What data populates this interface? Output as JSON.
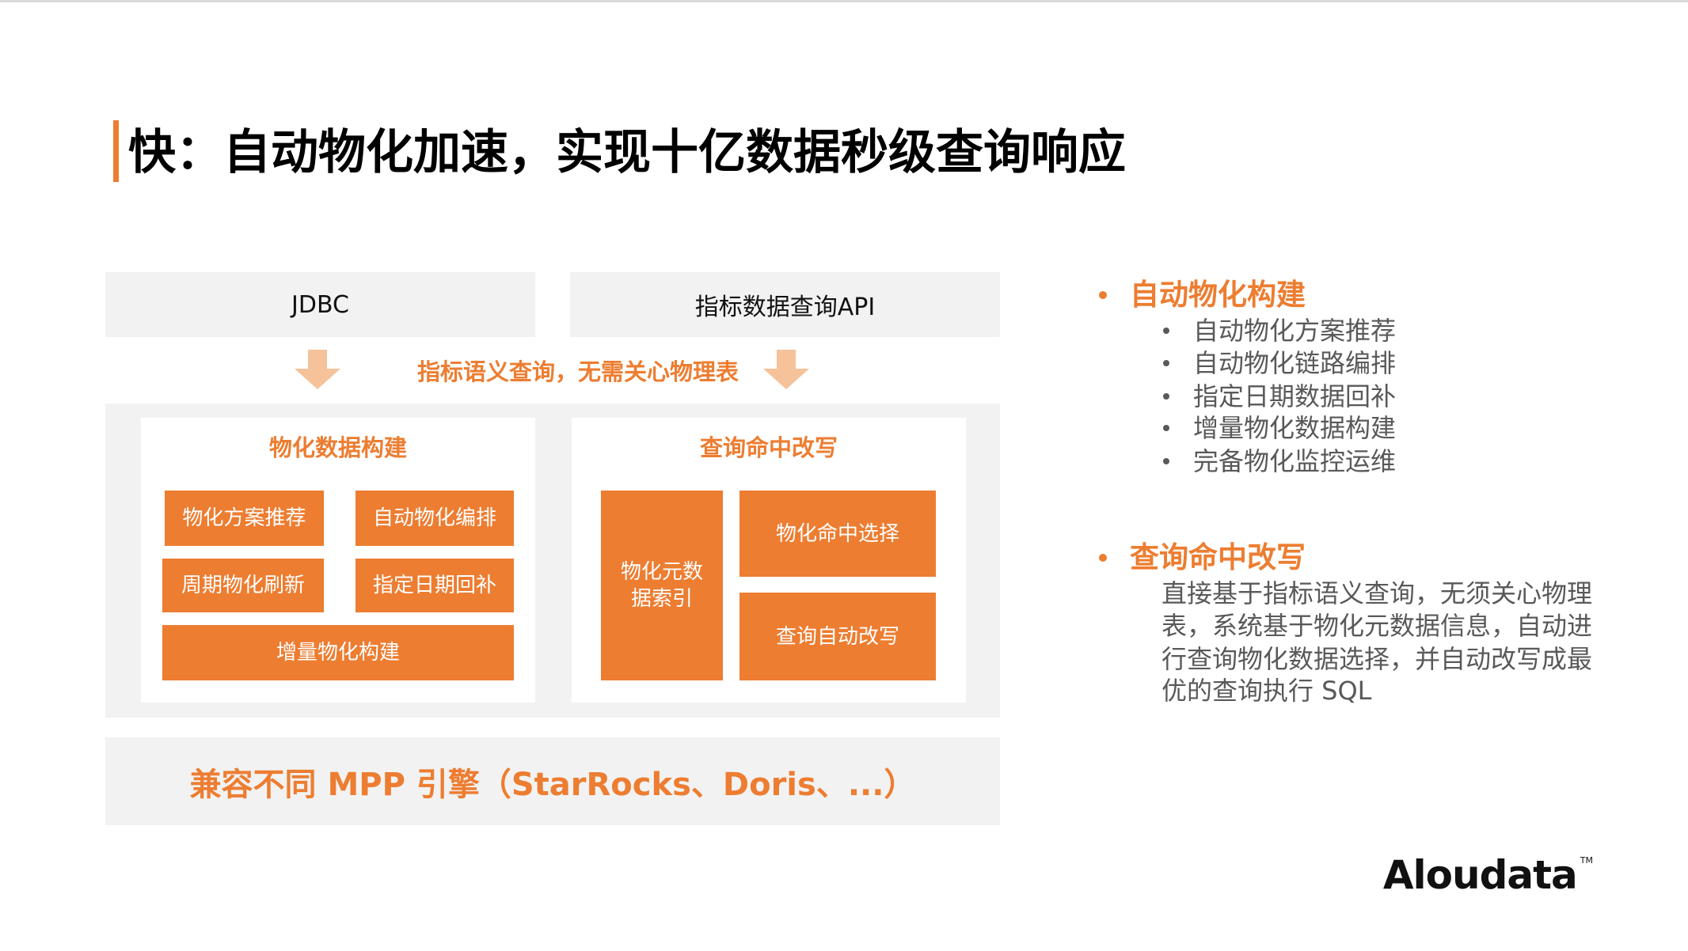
{
  "title": "快：自动物化加速，实现十亿数据秒级查询响应",
  "colors": {
    "accent": "#ED7D31",
    "arrow": "#F5C29A",
    "panel_bg": "#F2F2F2",
    "body_text": "#595959"
  },
  "diagram": {
    "inputs": [
      "JDBC",
      "指标数据查询API"
    ],
    "flow_label": "指标语义查询，无需关心物理表",
    "left_panel": {
      "title": "物化数据构建",
      "items": [
        "物化方案推荐",
        "自动物化编排",
        "周期物化刷新",
        "指定日期回补",
        "增量物化构建"
      ]
    },
    "right_panel": {
      "title": "查询命中改写",
      "index_block": [
        "物化元数",
        "据索引"
      ],
      "items": [
        "物化命中选择",
        "查询自动改写"
      ]
    },
    "bottom": "兼容不同 MPP 引擎（StarRocks、Doris、...）"
  },
  "sidebar": {
    "section1": {
      "heading": "自动物化构建",
      "items": [
        "自动物化方案推荐",
        "自动物化链路编排",
        "指定日期数据回补",
        "增量物化数据构建",
        "完备物化监控运维"
      ]
    },
    "section2": {
      "heading": "查询命中改写",
      "lines": [
        "直接基于指标语义查询，无须关心物理",
        "表，系统基于物化元数据信息，自动进",
        "行查询物化数据选择，并自动改写成最",
        "优的查询执行 SQL"
      ]
    }
  },
  "logo": {
    "text": "Aloudata",
    "tm": "TM"
  }
}
